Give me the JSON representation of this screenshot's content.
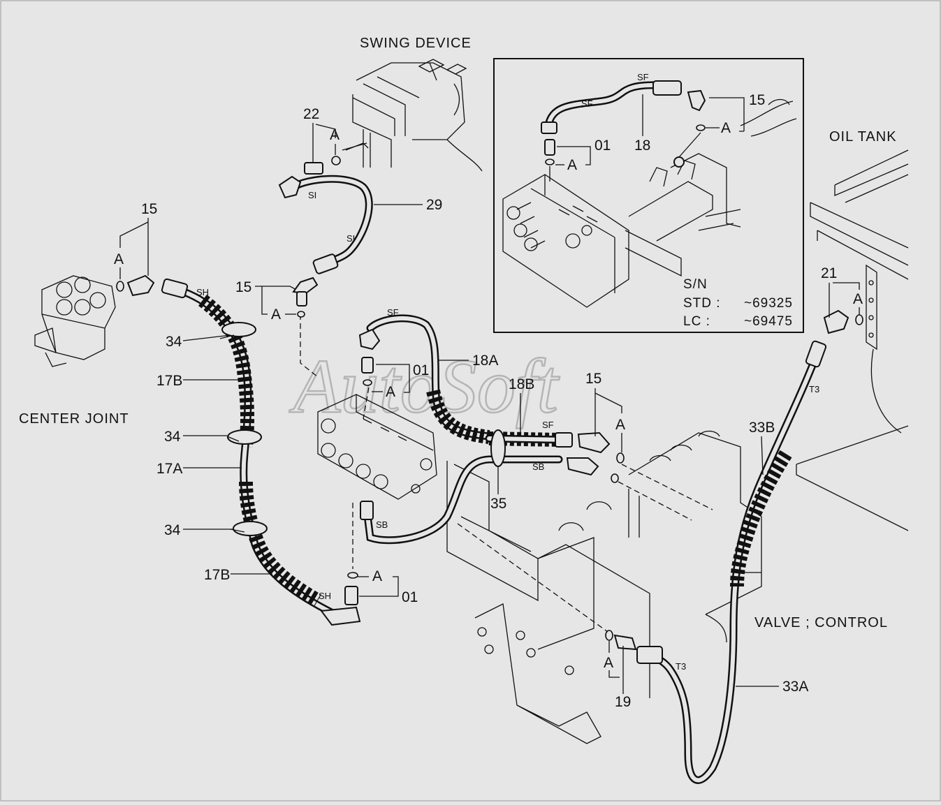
{
  "labels": {
    "swing_device": "SWING DEVICE",
    "oil_tank": "OIL TANK",
    "center_joint": "CENTER JOINT",
    "valve_control": "VALVE ; CONTROL"
  },
  "inset": {
    "sn_label": "S/N",
    "std_label": "STD :",
    "std_value": "~69325",
    "lc_label": "LC   :",
    "lc_value": "~69475"
  },
  "callouts": {
    "p15_left": "15",
    "p15_mid": "15",
    "p15_right": "15",
    "p15_inset": "15",
    "p22": "22",
    "p29": "29",
    "p34_a": "34",
    "p34_b": "34",
    "p34_c": "34",
    "p17b_top": "17B",
    "p17a": "17A",
    "p17b_bot": "17B",
    "p18a": "18A",
    "p18b": "18B",
    "p18": "18",
    "p01_mid": "01",
    "p01_bot": "01",
    "p01_inset": "01",
    "p35": "35",
    "p21": "21",
    "p33b": "33B",
    "p33a": "33A",
    "p19": "19"
  },
  "a_marks": {
    "a_15_left": "A",
    "a_22": "A",
    "a_15_mid": "A",
    "a_01_mid": "A",
    "a_01_bot": "A",
    "a_15_right": "A",
    "a_19": "A",
    "a_21": "A",
    "a_inset_15": "A",
    "a_inset_01": "A"
  },
  "hose_codes": {
    "sh_top": "SH",
    "sh_bot": "SH",
    "si_top": "SI",
    "si_bot": "SI",
    "sf_18a": "SF",
    "sf_18b": "SF",
    "sb_35": "SB",
    "sb_low": "SB",
    "t3_top": "T3",
    "t3_bot": "T3",
    "sf_inset_left": "SF",
    "sf_inset_top": "SF"
  },
  "watermark": "AutoSoft"
}
